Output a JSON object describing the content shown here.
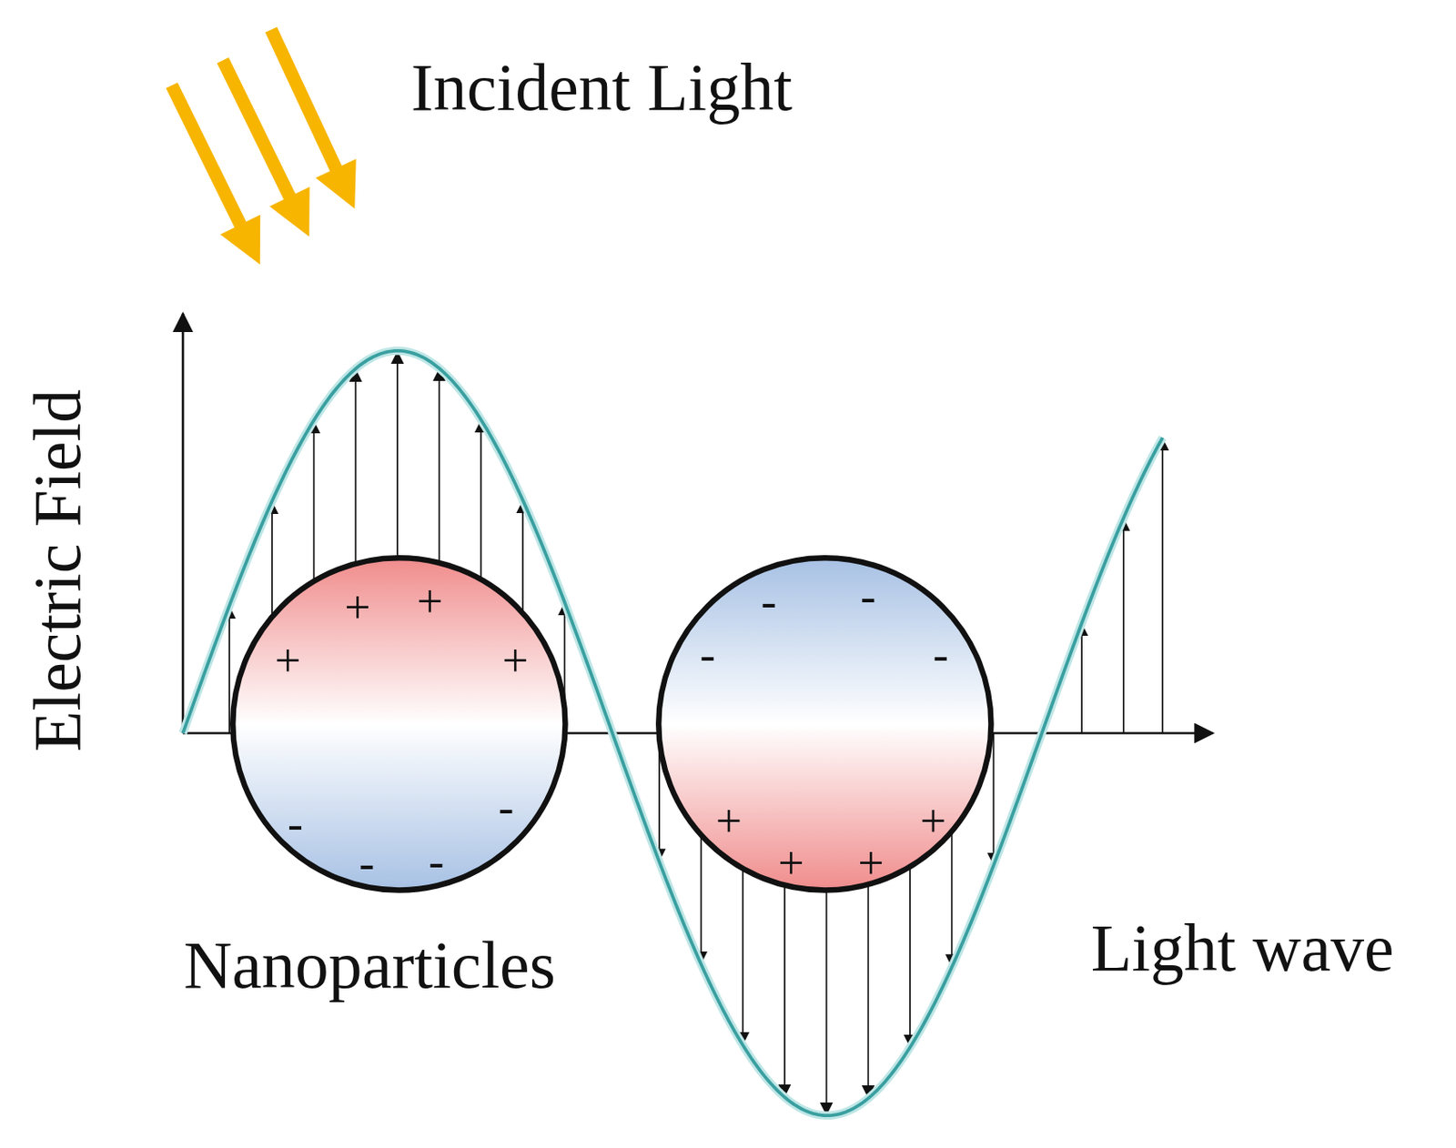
{
  "diagram": {
    "nodes": [
      {
        "text": [
          "+",
          "+",
          "+",
          "+",
          "-",
          "-",
          "-",
          "-"
        ]
      },
      {
        "text": [
          "-",
          "-",
          "-",
          "-",
          "+",
          "+",
          "+",
          "+"
        ]
      }
    ],
    "labels": [
      "Incident Light",
      "Electric Field",
      "Nanoparticles",
      "Light wave"
    ]
  }
}
